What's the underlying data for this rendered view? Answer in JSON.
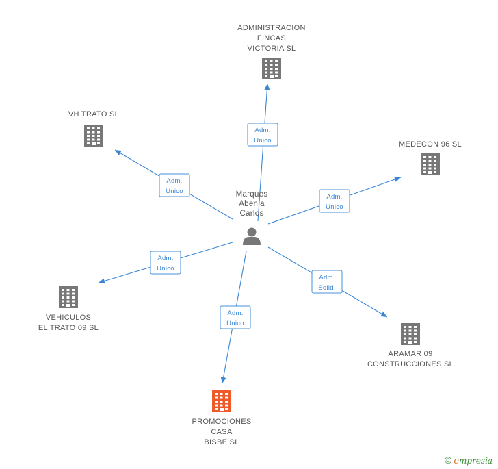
{
  "center": {
    "label_lines": [
      "Marques",
      "Abenia",
      "Carlos"
    ],
    "icon": "person-icon"
  },
  "companies": [
    {
      "id": "administracion",
      "label_lines": [
        "ADMINISTRACION",
        "FINCAS",
        "VICTORIA SL"
      ],
      "role_lines": [
        "Adm.",
        "Unico"
      ],
      "highlight": false
    },
    {
      "id": "vh-trato",
      "label_lines": [
        "VH TRATO  SL"
      ],
      "role_lines": [
        "Adm.",
        "Unico"
      ],
      "highlight": false
    },
    {
      "id": "medecon",
      "label_lines": [
        "MEDECON 96 SL"
      ],
      "role_lines": [
        "Adm.",
        "Unico"
      ],
      "highlight": false
    },
    {
      "id": "vehiculos",
      "label_lines": [
        "VEHICULOS",
        "EL TRATO 09 SL"
      ],
      "role_lines": [
        "Adm.",
        "Unico"
      ],
      "highlight": false
    },
    {
      "id": "aramar",
      "label_lines": [
        "ARAMAR 09",
        "CONSTRUCCIONES SL"
      ],
      "role_lines": [
        "Adm.",
        "Solid."
      ],
      "highlight": false
    },
    {
      "id": "promociones",
      "label_lines": [
        "PROMOCIONES",
        "CASA",
        "BISBE SL"
      ],
      "role_lines": [
        "Adm.",
        "Unico"
      ],
      "highlight": true
    }
  ],
  "colors": {
    "building": "#777777",
    "building_highlight": "#ee5a2a",
    "edge": "#3a86d6",
    "text": "#555555"
  },
  "footer": {
    "copyright_symbol": "©",
    "brand_initial": "e",
    "brand_rest": "mpresia"
  }
}
